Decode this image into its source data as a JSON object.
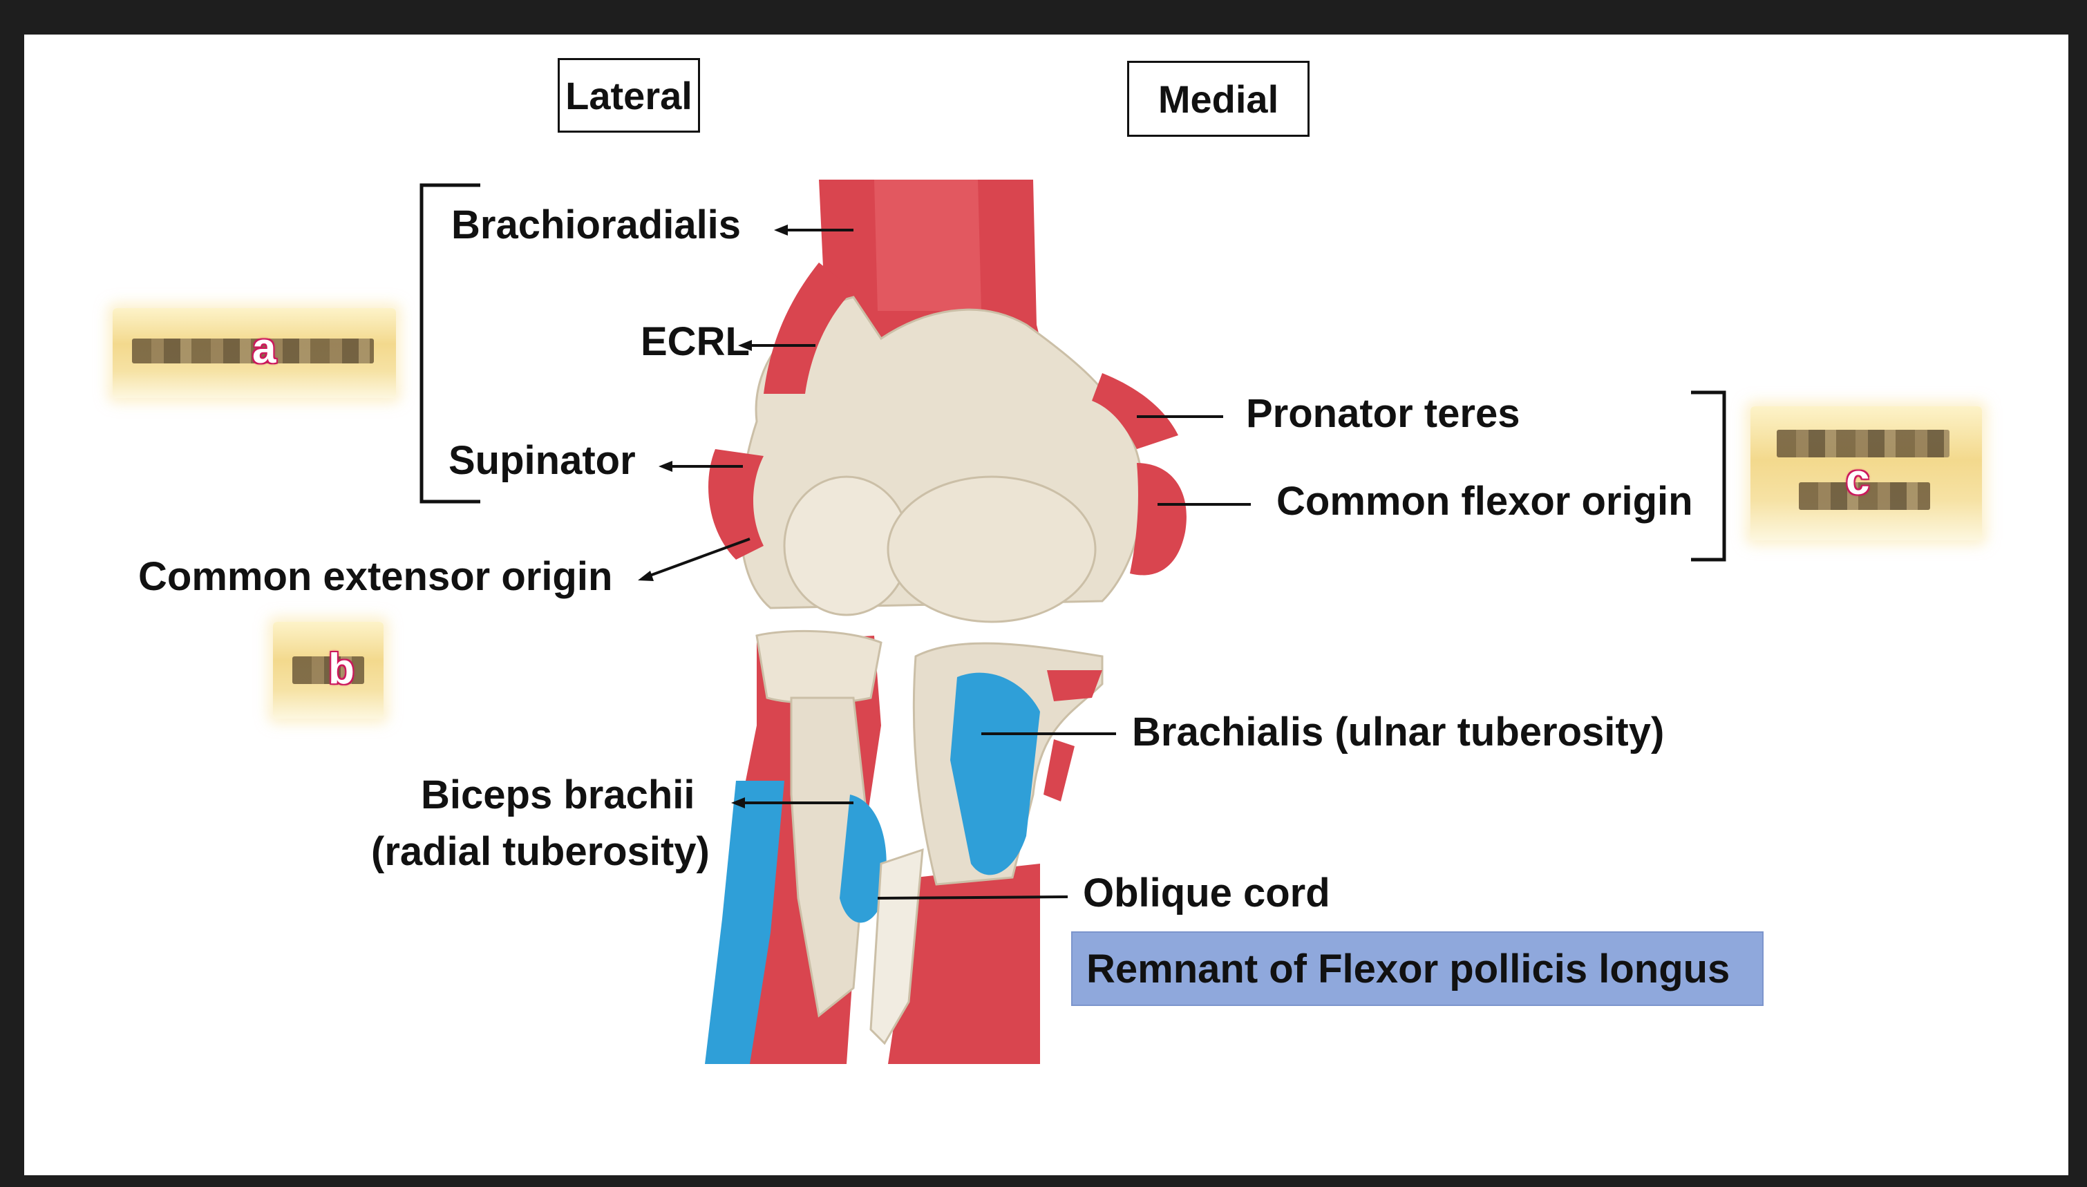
{
  "orientation": {
    "lateral": "Lateral",
    "medial": "Medial"
  },
  "labels": {
    "brachioradialis": "Brachioradialis",
    "ecrl": "ECRL",
    "supinator": "Supinator",
    "common_extensor_origin": "Common extensor origin",
    "pronator_teres": "Pronator teres",
    "common_flexor_origin": "Common flexor origin",
    "brachialis": "Brachialis (ulnar tuberosity)",
    "biceps_line1": "Biceps brachii",
    "biceps_line2": "(radial tuberosity)",
    "oblique_cord": "Oblique cord",
    "flexor_pollicis_remnant": "Remnant of Flexor pollicis longus"
  },
  "answer_markers": {
    "a": "a",
    "b": "b",
    "c": "c"
  },
  "colors": {
    "muscle_origin_red": "#d9454f",
    "muscle_insertion_blue": "#2f9fd8",
    "bone": "#e6ddcc",
    "highlight_box": "#8fa8dc",
    "marker_pink": "#e91e63"
  }
}
